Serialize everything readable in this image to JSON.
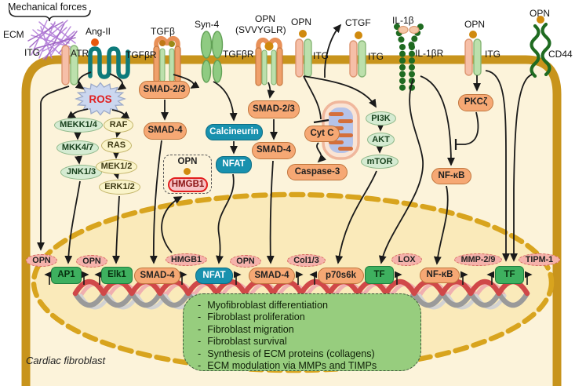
{
  "receptors": {
    "mechanical_forces": "Mechanical forces",
    "ecm": "ECM",
    "itg1": "ITG",
    "ang_ii": "Ang-II",
    "atr": "ATR",
    "tgfb": "TGFβ",
    "tgfbr1": "TGFβR",
    "syn4": "Syn-4",
    "opn_svvyglr_line1": "OPN",
    "opn_svvyglr_line2": "(SVVYGLR)",
    "tgfbr2": "TGFβR",
    "opn3": "OPN",
    "itg3": "ITG",
    "ctgf": "CTGF",
    "itg4": "ITG",
    "il1b": "IL-1β",
    "il1br": "IL-1βR",
    "opn5": "OPN",
    "itg5": "ITG",
    "opn6": "OPN",
    "cd44": "CD44"
  },
  "cytoplasm": {
    "ros": "ROS",
    "mekk14": "MEKK1/4",
    "raf": "RAF",
    "mkk47": "MKK4/7",
    "ras": "RAS",
    "jnk13": "JNK1/3",
    "mek12": "MEK1/2",
    "erk12": "ERK1/2",
    "smad23_left": "SMAD-2/3",
    "smad4_left": "SMAD-4",
    "calcineurin": "Calcineurin",
    "nfat": "NFAT",
    "smad23_mid": "SMAD-2/3",
    "smad4_mid": "SMAD-4",
    "opn_complex": "OPN",
    "hmgb1": "HMGB1",
    "cytc": "Cyt C",
    "caspase3": "Caspase-3",
    "pi3k": "PI3K",
    "akt": "AKT",
    "mtor": "mTOR",
    "pkcz": "PKCζ",
    "nfkb": "NF-κB"
  },
  "nucleus": {
    "opn_gene1": "OPN",
    "ap1": "AP1",
    "opn_gene2": "OPN",
    "elk1": "Elk1",
    "smad4_1": "SMAD-4",
    "hmgb1_gene": "HMGB1",
    "nfat": "NFAT",
    "opn_gene3": "OPN",
    "smad4_2": "SMAD-4",
    "col13_gene": "Col1/3",
    "p70s6k": "p70s6k",
    "tf1": "TF",
    "lox_gene": "LOX",
    "nfkb": "NF-κB",
    "mmp29_gene": "MMP-2/9",
    "tf2": "TF",
    "tipm1_gene": "TIPM-1"
  },
  "outcomes": {
    "bullet": "-",
    "items": [
      "Myofibroblast differentiation",
      "Fibroblast proliferation",
      "Fibroblast migration",
      "Fibroblast survival",
      "Synthesis of ECM proteins (collagens)",
      "ECM modulation via MMPs and TIMPs"
    ]
  },
  "footer": {
    "cell_label": "Cardiac fibroblast"
  },
  "colors": {
    "membrane_gold": "#C8941C",
    "cytoplasm": "#FCF3DA",
    "nucleus_fill": "#FAEABA",
    "node_orange": "#F6A874",
    "teal": "#1891AE",
    "tf_green": "#3EB05F",
    "pale_green": "#D5EBD2",
    "pale_yellow": "#FAF4CA",
    "gene_pink": "#F5B2AB",
    "outcome_green": "#97CD7E",
    "dna_red": "#D04848",
    "dna_gray": "#9A9A9A",
    "ecm_purple": "#B57FD9",
    "receptor_dark_green": "#1F6B21",
    "opn_dot": "#D08A0E",
    "angii_dot": "#E8570D",
    "hmgb1_border": "#E31E1E"
  }
}
